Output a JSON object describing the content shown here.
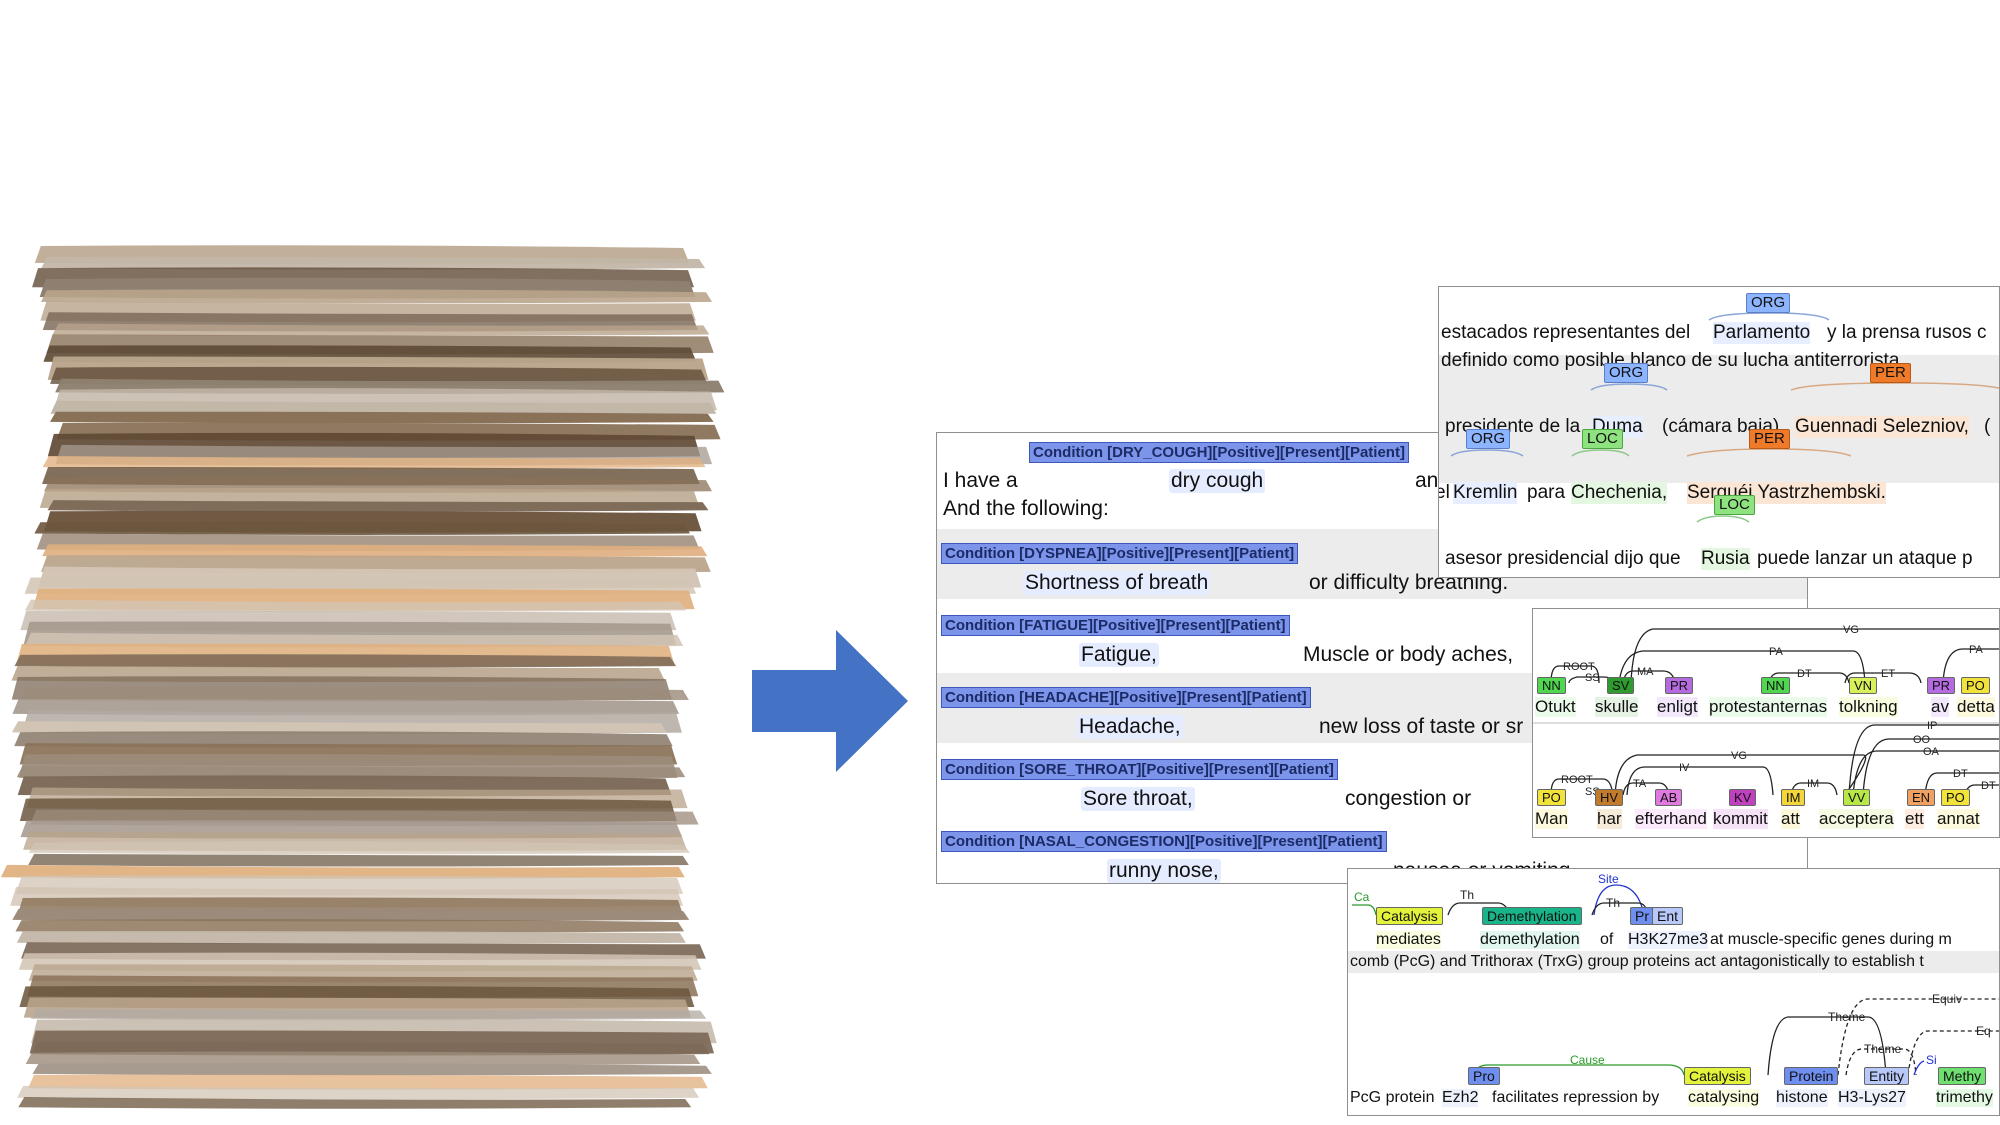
{
  "colors": {
    "arrow": "#4472c4",
    "condition_tag": "#7c95ea",
    "org": "#8cb4ff",
    "per": "#ee7a2a",
    "loc": "#8ee27f"
  },
  "arrow": {
    "icon": "right-arrow-icon"
  },
  "paper_stack": {
    "icon": "paper-stack-icon"
  },
  "clinical": {
    "rows": [
      {
        "tag": "Condition [DRY_COUGH][Positive][Present][Patient]",
        "texts": [
          "I have a",
          "dry cough",
          "an"
        ]
      },
      {
        "texts": [
          "And the following:"
        ]
      },
      {
        "tag": "Condition [DYSPNEA][Positive][Present][Patient]",
        "texts": [
          "Shortness of breath",
          "or difficulty breathing."
        ]
      },
      {
        "tag": "Condition [FATIGUE][Positive][Present][Patient]",
        "texts": [
          "Fatigue,",
          "Muscle or body aches,"
        ]
      },
      {
        "tag": "Condition [HEADACHE][Positive][Present][Patient]",
        "texts": [
          "Headache,",
          "new loss of taste or sr"
        ]
      },
      {
        "tag": "Condition [SORE_THROAT][Positive][Present][Patient]",
        "texts": [
          "Sore throat,",
          "congestion or"
        ]
      },
      {
        "tag": "Condition [NASAL_CONGESTION][Positive][Present][Patient]",
        "texts": [
          "runny nose,",
          "nausea or vomiting"
        ]
      }
    ]
  },
  "ner": {
    "tags": {
      "org": "ORG",
      "per": "PER",
      "loc": "LOC"
    },
    "line1": [
      "estacados representantes del",
      "Parlamento",
      "y la prensa rusos c"
    ],
    "line2": "definido como posible blanco de su lucha antiterrorista.",
    "line3": [
      "presidente de la",
      "Duma",
      "(cámara baja),",
      "Guennadi Selezniov,",
      "("
    ],
    "line4": [
      "el",
      "Kremlin",
      "para",
      "Chechenia,",
      "Serguéi Yastrzhembski."
    ],
    "line5": [
      "asesor presidencial dijo que",
      "Rusia",
      "puede lanzar un ataque p"
    ]
  },
  "dep": {
    "s1": {
      "words": [
        "Otukt",
        "skulle",
        "enligt",
        "protestanternas",
        "tolkning",
        "av",
        "detta"
      ],
      "pos": [
        "NN",
        "SV",
        "PR",
        "NN",
        "VN",
        "PR",
        "PO"
      ],
      "arcs": [
        "ROOT",
        "SS",
        "MA",
        "PA",
        "DT",
        "VG",
        "ET",
        "PA"
      ]
    },
    "s2": {
      "words": [
        "Man",
        "har",
        "efterhand",
        "kommit",
        "att",
        "acceptera",
        "ett",
        "annat"
      ],
      "pos": [
        "PO",
        "HV",
        "AB",
        "KV",
        "IM",
        "VV",
        "EN",
        "PO"
      ],
      "arcs": [
        "ROOT",
        "SS",
        "TA",
        "IV",
        "VG",
        "IM",
        "OO",
        "OA",
        "IP",
        "DT",
        "DT"
      ]
    }
  },
  "bio": {
    "line1": [
      "mediates",
      "demethylation",
      "of",
      "H3K27me3",
      "at muscle-specific genes during m"
    ],
    "line2": "comb (PcG) and Trithorax (TrxG) group proteins act antagonistically to establish t",
    "line3": [
      "PcG protein",
      "Ezh2",
      "facilitates repression by",
      "catalysing",
      "histone",
      "H3-Lys27",
      "trimethy"
    ],
    "tags": {
      "catalysis": "Catalysis",
      "demethylation": "Demethylation",
      "pr": "Pr",
      "ent": "Ent",
      "pro": "Pro",
      "protein": "Protein",
      "entity": "Entity",
      "si": "Si",
      "methy": "Methy"
    },
    "arcs": {
      "ca": "Ca",
      "th": "Th",
      "site": "Site",
      "cause": "Cause",
      "theme": "Theme",
      "equiv": "Equiv",
      "eq": "Eq"
    }
  }
}
